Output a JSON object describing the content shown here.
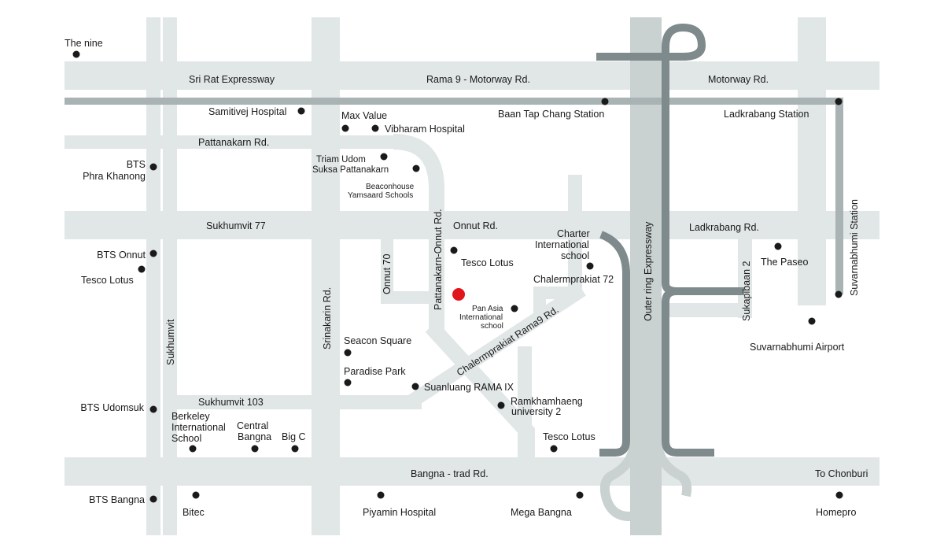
{
  "colors": {
    "road_light": "#e1e6e6",
    "road_mid": "#a9b3b4",
    "road_dark": "#7f8a8c",
    "expressway": "#c9d1d1",
    "marker": "#1a1a1a",
    "project": "#e0161b"
  },
  "roads": {
    "sri_rat": "Sri Rat Expressway",
    "rama9": "Rama 9 - Motorway Rd.",
    "motorway": "Motorway Rd.",
    "pattanakarn": "Pattanakarn  Rd.",
    "sukhumvit77": "Sukhumvit 77",
    "onnut_rd": "Onnut Rd.",
    "ladkrabang_rd": "Ladkrabang Rd.",
    "onnut70": "Onnut 70",
    "pattanakarn_onnut": "Pattanakarn-Onnut Rd.",
    "chalermprakiat72": "Chalermprakiat 72",
    "chalermprakiat_rama9": "Chalermprakiat Rama9 Rd.",
    "srinakarin": "Srinakarin Rd.",
    "sukhumvit": "Sukhumvit",
    "sukhumvit103": "Sukhumvit 103",
    "bangna_trad": "Bangna - trad Rd.",
    "outer_ring": "Outer ring Expressway",
    "sukapibaan2": "Sukapibaan 2",
    "suvarnabhumi_station": "Suvarnabhumi Station",
    "to_chonburi": "To Chonburi"
  },
  "places": {
    "the_nine": "The nine",
    "samitivej": "Samitivej Hospital",
    "max_value": "Max Value",
    "vibharam": "Vibharam Hospital",
    "baan_tap_chang": "Baan Tap Chang Station",
    "ladkrabang_station": "Ladkrabang Station",
    "bts_phra_khanong_1": "BTS",
    "bts_phra_khanong_2": "Phra Khanong",
    "triam_udom_1": "Triam Udom",
    "triam_udom_2": "Suksa Pattanakarn",
    "beaconhouse_1": "Beaconhouse",
    "beaconhouse_2": "Yamsaard Schools",
    "charter_1": "Charter",
    "charter_2": "International",
    "charter_3": "school",
    "bts_onnut": "BTS Onnut",
    "tesco_lotus_left": "Tesco Lotus",
    "tesco_lotus_center": "Tesco Lotus",
    "the_paseo": "The Paseo",
    "pan_asia_1": "Pan Asia",
    "pan_asia_2": "International",
    "pan_asia_3": "school",
    "suvarnabhumi_airport": "Suvarnabhumi Airport",
    "seacon_square": "Seacon Square",
    "paradise_park": "Paradise Park",
    "suanluang": "Suanluang RAMA IX",
    "ramkhamhaeng_1": "Ramkhamhaeng",
    "ramkhamhaeng_2": "university 2",
    "bts_udomsuk": "BTS Udomsuk",
    "berkeley_1": "Berkeley",
    "berkeley_2": "International",
    "berkeley_3": "School",
    "central_1": "Central",
    "central_2": "Bangna",
    "big_c": "Big C",
    "tesco_lotus_bottom": "Tesco Lotus",
    "bts_bangna": "BTS Bangna",
    "bitec": "Bitec",
    "piyamin": "Piyamin Hospital",
    "mega_bangna": "Mega Bangna",
    "homepro": "Homepro"
  }
}
